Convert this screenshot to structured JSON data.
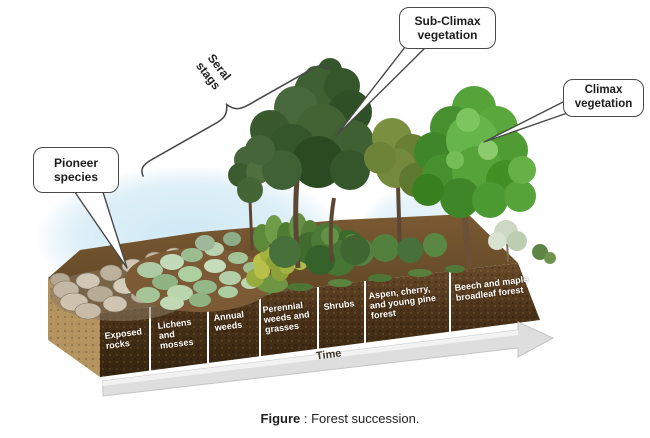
{
  "diagram": {
    "title_hint": "Forest succession diagram",
    "callouts": {
      "pioneer": "Pioneer\nspecies",
      "sub_climax": "Sub-Climax\nvegetation",
      "climax": "Climax\nvegetation",
      "seral": "Seral\nstags"
    },
    "stages": [
      "Exposed\nrocks",
      "Lichens\nand\nmosses",
      "Annual\nweeds",
      "Perennial\nweeds and\ngrasses",
      "Shrubs",
      "Aspen, cherry,\nand young pine\nforest",
      "Beech and maple\nbroadleaf forest"
    ],
    "time_label": "Time",
    "caption": {
      "prefix": "Figure",
      "text": " : Forest succession."
    }
  },
  "colors": {
    "soil_front": "#4a3218",
    "soil_side": "#b5935f",
    "rock_gray": "#c9bda9",
    "lichen_green": "#aecaa4",
    "subclimax_green": "#3e6032",
    "climax_green": "#55a339",
    "arrow_gray": "#dedede",
    "callout_border": "#4a4a4a",
    "label_white": "#ffffff",
    "sky_blue": "#cfe9f5"
  }
}
